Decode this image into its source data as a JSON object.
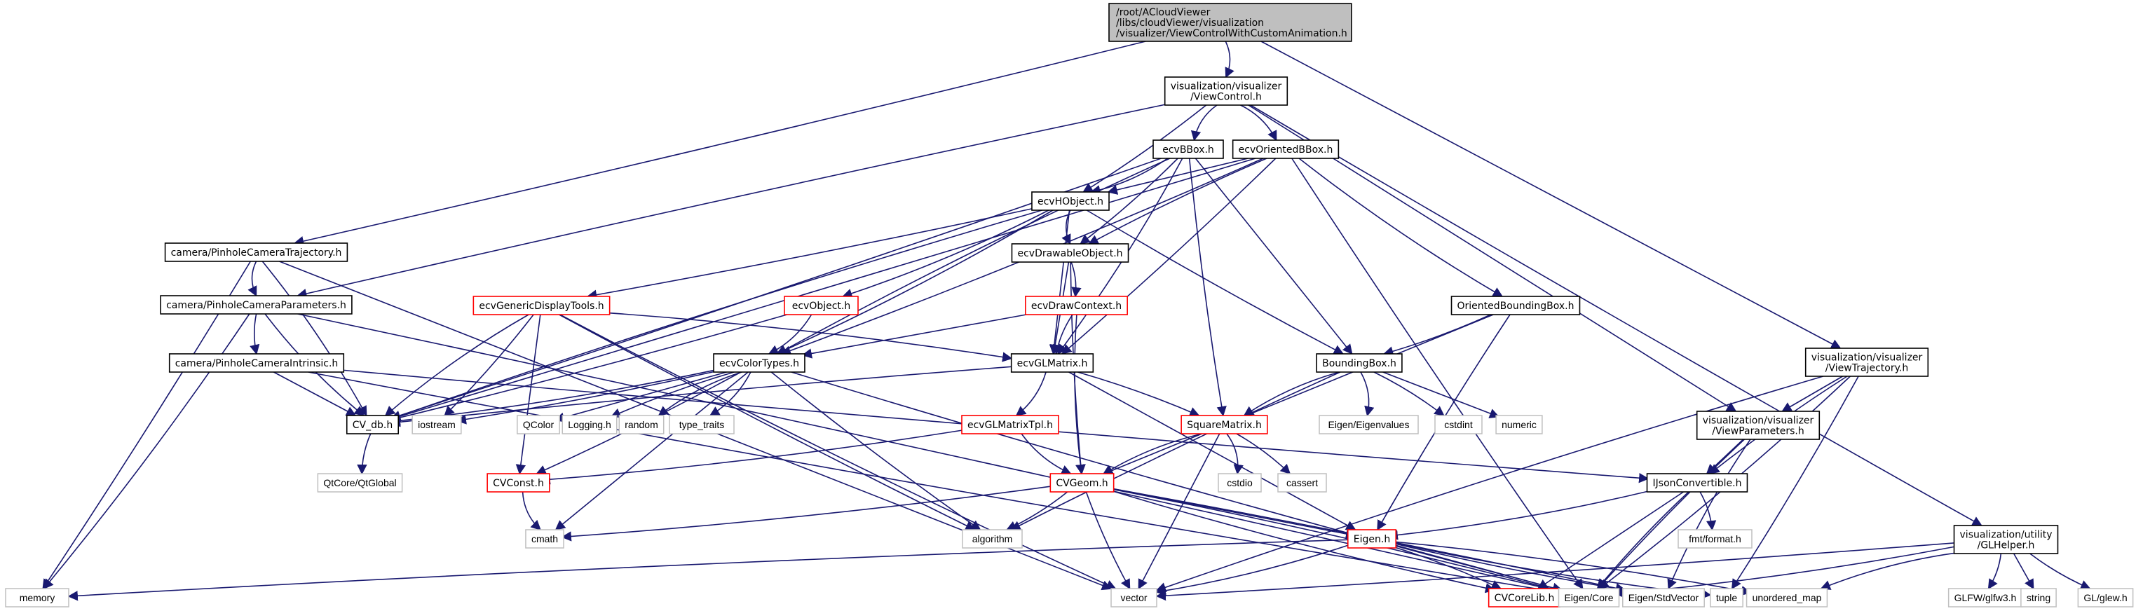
{
  "diagram": {
    "title": "Include dependency graph for ViewControlWithCustomAnimation.h",
    "colors": {
      "edge": "#191970",
      "root_fill": "#bfbfbf",
      "root_border": "#000000",
      "internal_border": "#000000",
      "truncated_border": "#ff0000",
      "external_border": "#bfbfbf",
      "external_text": "#000000"
    },
    "nodes": [
      {
        "id": "root",
        "label": [
          "/root/ACloudViewer",
          "/libs/cloudViewer/visualization",
          "/visualizer/ViewControlWithCustomAnimation.h"
        ],
        "kind": "root"
      },
      {
        "id": "viewcontrol",
        "label": [
          "visualization/visualizer",
          "/ViewControl.h"
        ],
        "kind": "internal"
      },
      {
        "id": "pinholetraj",
        "label": [
          "camera/PinholeCameraTrajectory.h"
        ],
        "kind": "internal"
      },
      {
        "id": "pinholeparams",
        "label": [
          "camera/PinholeCameraParameters.h"
        ],
        "kind": "internal"
      },
      {
        "id": "pinholeintr",
        "label": [
          "camera/PinholeCameraIntrinsic.h"
        ],
        "kind": "internal"
      },
      {
        "id": "ecvbbox",
        "label": [
          "ecvBBox.h"
        ],
        "kind": "internal"
      },
      {
        "id": "ecvorientedbbox",
        "label": [
          "ecvOrientedBBox.h"
        ],
        "kind": "internal"
      },
      {
        "id": "ecvhobject",
        "label": [
          "ecvHObject.h"
        ],
        "kind": "internal"
      },
      {
        "id": "ecvdrawable",
        "label": [
          "ecvDrawableObject.h"
        ],
        "kind": "internal"
      },
      {
        "id": "ecvgenericdisplay",
        "label": [
          "ecvGenericDisplayTools.h"
        ],
        "kind": "truncated"
      },
      {
        "id": "ecvobject",
        "label": [
          "ecvObject.h"
        ],
        "kind": "truncated"
      },
      {
        "id": "ecvdrawcontext",
        "label": [
          "ecvDrawContext.h"
        ],
        "kind": "truncated"
      },
      {
        "id": "ecvcolortypes",
        "label": [
          "ecvColorTypes.h"
        ],
        "kind": "internal"
      },
      {
        "id": "ecvglmatrix",
        "label": [
          "ecvGLMatrix.h"
        ],
        "kind": "internal"
      },
      {
        "id": "orientedbb",
        "label": [
          "OrientedBoundingBox.h"
        ],
        "kind": "internal"
      },
      {
        "id": "boundingbox",
        "label": [
          "BoundingBox.h"
        ],
        "kind": "internal"
      },
      {
        "id": "viewtrajectory",
        "label": [
          "visualization/visualizer",
          "/ViewTrajectory.h"
        ],
        "kind": "internal"
      },
      {
        "id": "viewparams",
        "label": [
          "visualization/visualizer",
          "/ViewParameters.h"
        ],
        "kind": "internal"
      },
      {
        "id": "cvdb",
        "label": [
          "CV_db.h"
        ],
        "kind": "internal"
      },
      {
        "id": "iostream",
        "label": [
          "iostream"
        ],
        "kind": "external"
      },
      {
        "id": "qcolor",
        "label": [
          "QColor"
        ],
        "kind": "external"
      },
      {
        "id": "logging",
        "label": [
          "Logging.h"
        ],
        "kind": "external"
      },
      {
        "id": "random",
        "label": [
          "random"
        ],
        "kind": "external"
      },
      {
        "id": "typetraits",
        "label": [
          "type_traits"
        ],
        "kind": "external"
      },
      {
        "id": "ecvglmatrixtpl",
        "label": [
          "ecvGLMatrixTpl.h"
        ],
        "kind": "truncated"
      },
      {
        "id": "squarematrix",
        "label": [
          "SquareMatrix.h"
        ],
        "kind": "truncated"
      },
      {
        "id": "eigenvalues",
        "label": [
          "Eigen/Eigenvalues"
        ],
        "kind": "external"
      },
      {
        "id": "cstdint",
        "label": [
          "cstdint"
        ],
        "kind": "external"
      },
      {
        "id": "numeric",
        "label": [
          "numeric"
        ],
        "kind": "external"
      },
      {
        "id": "qtglobal",
        "label": [
          "QtCore/QtGlobal"
        ],
        "kind": "external"
      },
      {
        "id": "cvconst",
        "label": [
          "CVConst.h"
        ],
        "kind": "truncated"
      },
      {
        "id": "cstdio",
        "label": [
          "cstdio"
        ],
        "kind": "external"
      },
      {
        "id": "cassert",
        "label": [
          "cassert"
        ],
        "kind": "external"
      },
      {
        "id": "cvgeom",
        "label": [
          "CVGeom.h"
        ],
        "kind": "truncated"
      },
      {
        "id": "ijson",
        "label": [
          "IJsonConvertible.h"
        ],
        "kind": "internal"
      },
      {
        "id": "cmath",
        "label": [
          "cmath"
        ],
        "kind": "external"
      },
      {
        "id": "algorithm",
        "label": [
          "algorithm"
        ],
        "kind": "external"
      },
      {
        "id": "eigenh",
        "label": [
          "Eigen.h"
        ],
        "kind": "truncated"
      },
      {
        "id": "fmtformat",
        "label": [
          "fmt/format.h"
        ],
        "kind": "external"
      },
      {
        "id": "glhelper",
        "label": [
          "visualization/utility",
          "/GLHelper.h"
        ],
        "kind": "internal"
      },
      {
        "id": "memory",
        "label": [
          "memory"
        ],
        "kind": "external"
      },
      {
        "id": "vector",
        "label": [
          "vector"
        ],
        "kind": "external"
      },
      {
        "id": "cvcorelib",
        "label": [
          "CVCoreLib.h"
        ],
        "kind": "truncated"
      },
      {
        "id": "eigencore",
        "label": [
          "Eigen/Core"
        ],
        "kind": "external"
      },
      {
        "id": "eigenstdvector",
        "label": [
          "Eigen/StdVector"
        ],
        "kind": "external"
      },
      {
        "id": "tuple",
        "label": [
          "tuple"
        ],
        "kind": "external"
      },
      {
        "id": "unorderedmap",
        "label": [
          "unordered_map"
        ],
        "kind": "external"
      },
      {
        "id": "glfw",
        "label": [
          "GLFW/glfw3.h"
        ],
        "kind": "external"
      },
      {
        "id": "string",
        "label": [
          "string"
        ],
        "kind": "external"
      },
      {
        "id": "glew",
        "label": [
          "GL/glew.h"
        ],
        "kind": "external"
      }
    ],
    "edges": [
      [
        "root",
        "viewcontrol"
      ],
      [
        "root",
        "pinholetraj"
      ],
      [
        "root",
        "viewtrajectory"
      ],
      [
        "viewcontrol",
        "pinholeparams"
      ],
      [
        "viewcontrol",
        "ecvbbox"
      ],
      [
        "viewcontrol",
        "ecvorientedbbox"
      ],
      [
        "viewcontrol",
        "ecvhobject"
      ],
      [
        "viewcontrol",
        "viewparams"
      ],
      [
        "viewcontrol",
        "glhelper"
      ],
      [
        "pinholetraj",
        "pinholeparams"
      ],
      [
        "pinholetraj",
        "cvdb"
      ],
      [
        "pinholetraj",
        "memory"
      ],
      [
        "pinholetraj",
        "vector"
      ],
      [
        "pinholeparams",
        "pinholeintr"
      ],
      [
        "pinholeparams",
        "cvdb"
      ],
      [
        "pinholeparams",
        "memory"
      ],
      [
        "pinholeparams",
        "eigencore"
      ],
      [
        "pinholeintr",
        "cvdb"
      ],
      [
        "pinholeintr",
        "ijson"
      ],
      [
        "pinholeintr",
        "eigencore"
      ],
      [
        "ecvbbox",
        "ecvhobject"
      ],
      [
        "ecvbbox",
        "ecvdrawable"
      ],
      [
        "ecvbbox",
        "boundingbox"
      ],
      [
        "ecvbbox",
        "squarematrix"
      ],
      [
        "ecvbbox",
        "ecvcolortypes"
      ],
      [
        "ecvbbox",
        "ecvglmatrix"
      ],
      [
        "ecvbbox",
        "cvdb"
      ],
      [
        "ecvorientedbbox",
        "ecvhobject"
      ],
      [
        "ecvorientedbbox",
        "ecvdrawable"
      ],
      [
        "ecvorientedbbox",
        "orientedbb"
      ],
      [
        "ecvorientedbbox",
        "ecvcolortypes"
      ],
      [
        "ecvorientedbbox",
        "ecvglmatrix"
      ],
      [
        "ecvorientedbbox",
        "cvdb"
      ],
      [
        "ecvorientedbbox",
        "eigencore"
      ],
      [
        "ecvhobject",
        "ecvdrawable"
      ],
      [
        "ecvhobject",
        "ecvobject"
      ],
      [
        "ecvhobject",
        "ecvgenericdisplay"
      ],
      [
        "ecvhobject",
        "ecvglmatrix"
      ],
      [
        "ecvhobject",
        "boundingbox"
      ],
      [
        "ecvhobject",
        "cvdb"
      ],
      [
        "ecvhobject",
        "ecvcolortypes"
      ],
      [
        "ecvdrawable",
        "ecvdrawcontext"
      ],
      [
        "ecvdrawable",
        "ecvglmatrix"
      ],
      [
        "ecvdrawable",
        "cvgeom"
      ],
      [
        "ecvgenericdisplay",
        "cvdb"
      ],
      [
        "ecvgenericdisplay",
        "ecvglmatrix"
      ],
      [
        "ecvgenericdisplay",
        "iostream"
      ],
      [
        "ecvgenericdisplay",
        "cvconst"
      ],
      [
        "ecvgenericdisplay",
        "algorithm"
      ],
      [
        "ecvgenericdisplay",
        "vector"
      ],
      [
        "ecvobject",
        "ecvcolortypes"
      ],
      [
        "ecvobject",
        "cvdb"
      ],
      [
        "ecvdrawcontext",
        "ecvcolortypes"
      ],
      [
        "ecvdrawcontext",
        "ecvglmatrix"
      ],
      [
        "ecvdrawcontext",
        "cvgeom"
      ],
      [
        "ecvcolortypes",
        "cvdb"
      ],
      [
        "ecvcolortypes",
        "iostream"
      ],
      [
        "ecvcolortypes",
        "qcolor"
      ],
      [
        "ecvcolortypes",
        "logging"
      ],
      [
        "ecvcolortypes",
        "random"
      ],
      [
        "ecvcolortypes",
        "typetraits"
      ],
      [
        "ecvcolortypes",
        "cvconst"
      ],
      [
        "ecvcolortypes",
        "cmath"
      ],
      [
        "ecvcolortypes",
        "algorithm"
      ],
      [
        "ecvcolortypes",
        "eigencore"
      ],
      [
        "ecvglmatrix",
        "ecvglmatrixtpl"
      ],
      [
        "ecvglmatrix",
        "squarematrix"
      ],
      [
        "ecvglmatrix",
        "eigenh"
      ],
      [
        "ecvglmatrix",
        "cvdb"
      ],
      [
        "ecvglmatrixtpl",
        "cvgeom"
      ],
      [
        "ecvglmatrixtpl",
        "cvconst"
      ],
      [
        "orientedbb",
        "boundingbox"
      ],
      [
        "orientedbb",
        "cvgeom"
      ],
      [
        "orientedbb",
        "eigenh"
      ],
      [
        "boundingbox",
        "squarematrix"
      ],
      [
        "boundingbox",
        "eigenvalues"
      ],
      [
        "boundingbox",
        "cstdint"
      ],
      [
        "boundingbox",
        "numeric"
      ],
      [
        "boundingbox",
        "algorithm"
      ],
      [
        "squarematrix",
        "cvgeom"
      ],
      [
        "squarematrix",
        "cstdio"
      ],
      [
        "squarematrix",
        "cassert"
      ],
      [
        "squarematrix",
        "vector"
      ],
      [
        "cvdb",
        "qtglobal"
      ],
      [
        "cvconst",
        "cmath"
      ],
      [
        "cvgeom",
        "cmath"
      ],
      [
        "cvgeom",
        "algorithm"
      ],
      [
        "cvgeom",
        "eigenh"
      ],
      [
        "cvgeom",
        "vector"
      ],
      [
        "cvgeom",
        "cvcorelib"
      ],
      [
        "cvgeom",
        "eigencore"
      ],
      [
        "cvgeom",
        "eigenstdvector"
      ],
      [
        "viewtrajectory",
        "viewparams"
      ],
      [
        "viewtrajectory",
        "ijson"
      ],
      [
        "viewtrajectory",
        "vector"
      ],
      [
        "viewtrajectory",
        "eigencore"
      ],
      [
        "viewtrajectory",
        "tuple"
      ],
      [
        "viewparams",
        "ijson"
      ],
      [
        "viewparams",
        "eigencore"
      ],
      [
        "viewparams",
        "eigenstdvector"
      ],
      [
        "ijson",
        "eigenh"
      ],
      [
        "ijson",
        "fmtformat"
      ],
      [
        "ijson",
        "cvcorelib"
      ],
      [
        "ijson",
        "eigencore"
      ],
      [
        "eigenh",
        "memory"
      ],
      [
        "eigenh",
        "vector"
      ],
      [
        "eigenh",
        "cvcorelib"
      ],
      [
        "eigenh",
        "eigencore"
      ],
      [
        "eigenh",
        "eigenstdvector"
      ],
      [
        "eigenh",
        "tuple"
      ],
      [
        "eigenh",
        "unorderedmap"
      ],
      [
        "glhelper",
        "glfw"
      ],
      [
        "glhelper",
        "string"
      ],
      [
        "glhelper",
        "glew"
      ],
      [
        "glhelper",
        "unorderedmap"
      ],
      [
        "glhelper",
        "eigencore"
      ],
      [
        "glhelper",
        "vector"
      ]
    ]
  }
}
